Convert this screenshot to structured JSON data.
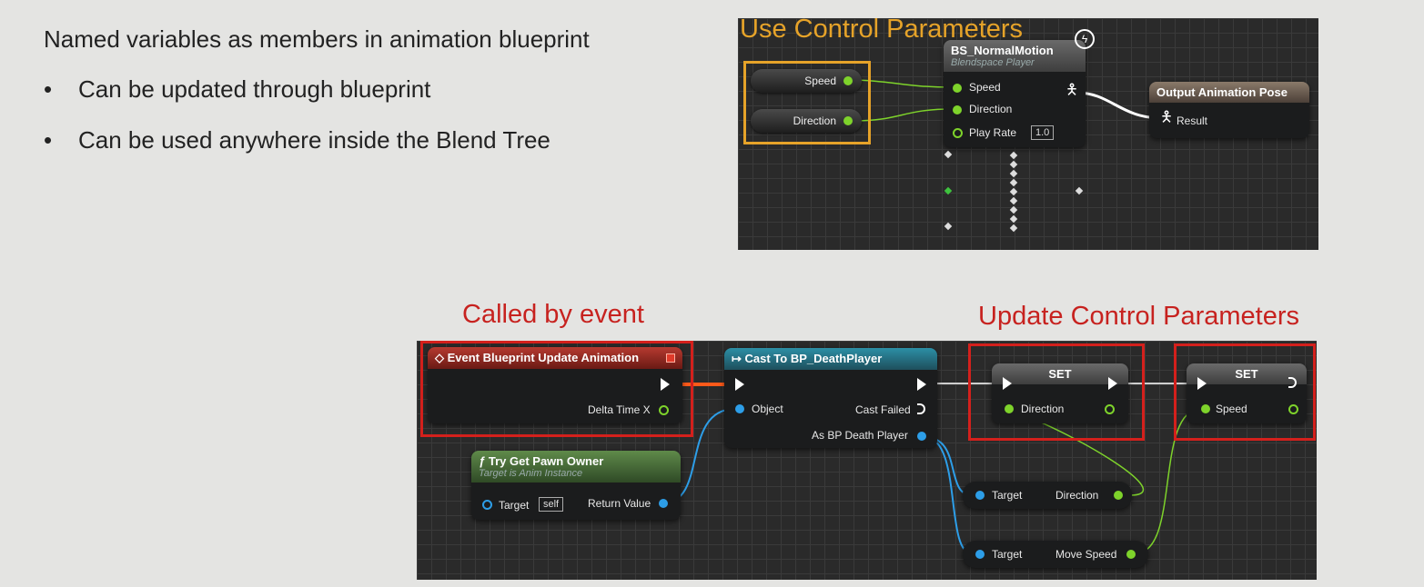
{
  "slide": {
    "headline": "Named variables as members in animation blueprint",
    "bullet_symbol": "•",
    "bullets": [
      "Can be updated through blueprint",
      "Can be used anywhere inside the Blend Tree"
    ]
  },
  "anim_graph": {
    "caption": "Use Control Parameters",
    "variables": [
      {
        "label": "Speed"
      },
      {
        "label": "Direction"
      }
    ],
    "blendspace_node": {
      "title": "BS_NormalMotion",
      "subtitle": "Blendspace Player",
      "pins": [
        "Speed",
        "Direction",
        "Play Rate"
      ],
      "play_rate_value": "1.0",
      "icon": "lightning-icon"
    },
    "output_node": {
      "title": "Output Animation Pose",
      "pin": "Result"
    }
  },
  "event_graph": {
    "caption_left": "Called by event",
    "caption_right": "Update Control Parameters",
    "event_node": {
      "title": "Event Blueprint Update Animation",
      "pin": "Delta Time X"
    },
    "cast_node": {
      "title": "Cast To BP_DeathPlayer",
      "pins_in": [
        "Object"
      ],
      "pins_out": [
        "Cast Failed",
        "As BP Death Player"
      ]
    },
    "pawn_node": {
      "title": "Try Get Pawn Owner",
      "subtitle": "Target is Anim Instance",
      "pin_in": "Target",
      "pin_in_value": "self",
      "pin_out": "Return Value"
    },
    "set_direction_node": {
      "title": "SET",
      "pin": "Direction"
    },
    "set_speed_node": {
      "title": "SET",
      "pin": "Speed"
    },
    "get_direction_node": {
      "pin_in": "Target",
      "pin_out": "Direction"
    },
    "get_speed_node": {
      "pin_in": "Target",
      "pin_out": "Move Speed"
    }
  },
  "colors": {
    "orange_highlight": "#e6a329",
    "red_highlight": "#d4201c",
    "float_pin": "#7ed32b",
    "object_pin": "#2d9ee8"
  }
}
